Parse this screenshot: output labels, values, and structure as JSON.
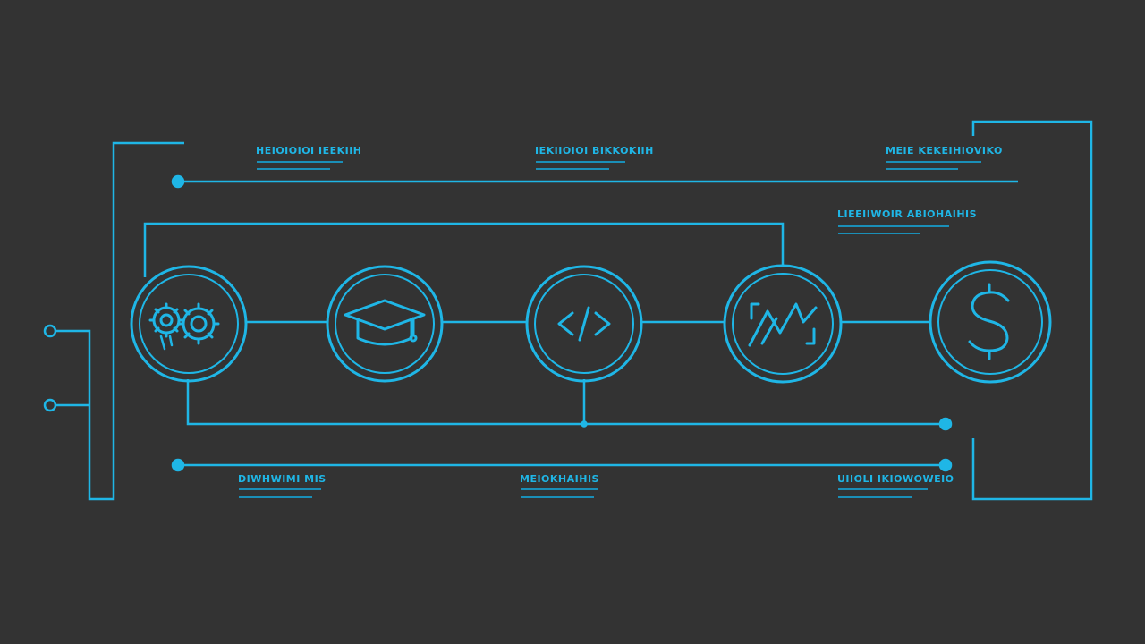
{
  "colors": {
    "background": "#333333",
    "accent": "#1fb6e6",
    "accent_dim": "#1a8fb8"
  },
  "nodes": [
    {
      "id": "gears",
      "icon": "gears-icon"
    },
    {
      "id": "education",
      "icon": "graduation-cap-icon"
    },
    {
      "id": "code",
      "icon": "code-brackets-icon"
    },
    {
      "id": "analytics",
      "icon": "trend-chart-icon"
    },
    {
      "id": "finance",
      "icon": "dollar-icon"
    }
  ],
  "labels": {
    "top_1": "HEIOIOIOI IEEKIIH",
    "top_2": "IEKIIOIOI BIKKOKIIH",
    "top_3": "MEIE KEKEIHIOVIKO",
    "right_mid": "LIEEIIWOIR ABIOHAIHIS",
    "bottom_1": "DIWHWIMI MIS",
    "bottom_2": "MEIOKHAIHIS",
    "bottom_3": "UIIOLI IKIOWOWEIO"
  }
}
